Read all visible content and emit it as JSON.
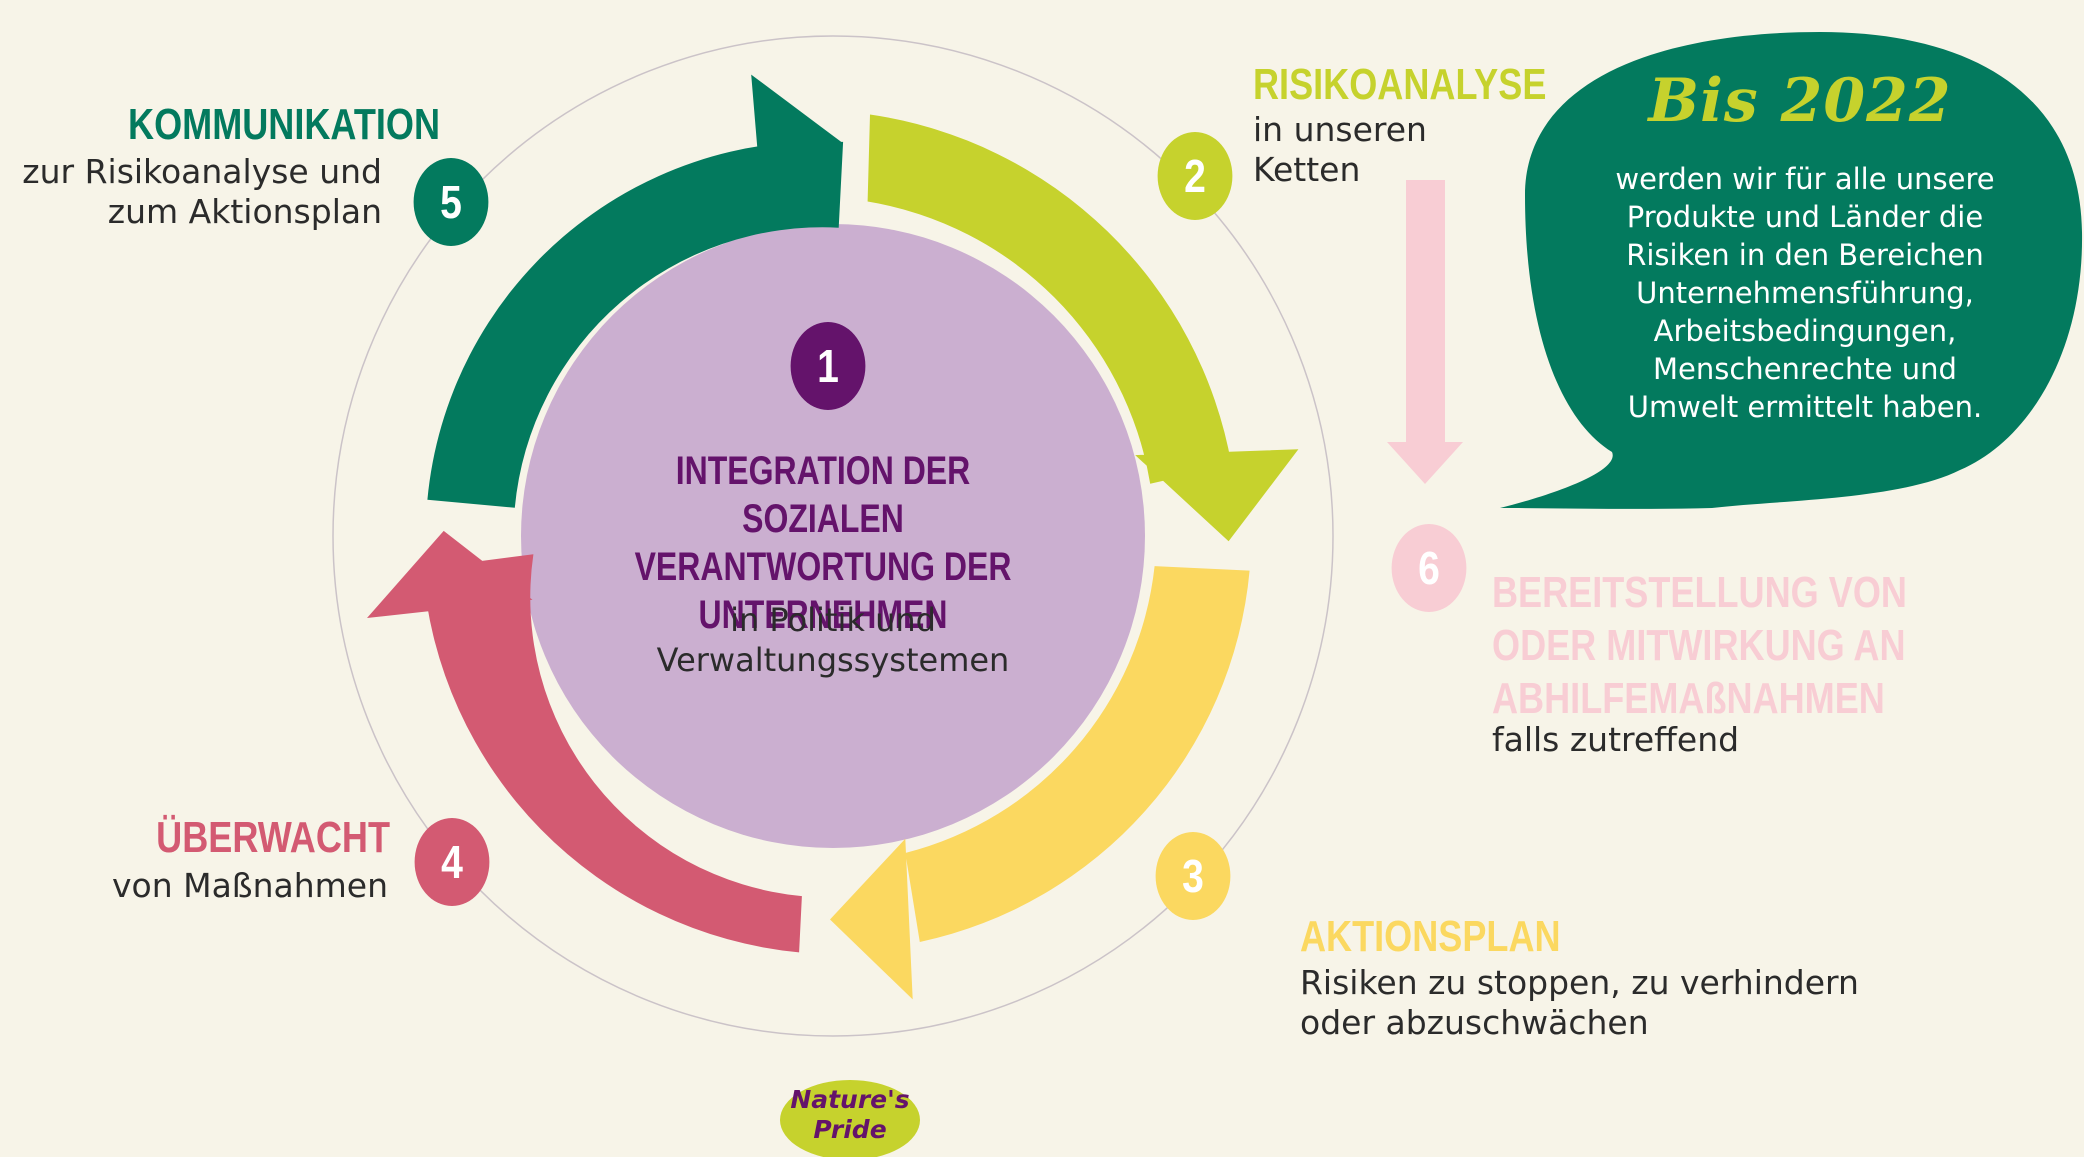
{
  "center": {
    "number": "1",
    "title_lines": [
      "INTEGRATION DER SOZIALEN",
      "VERANTWORTUNG DER",
      "UNTERNEHMEN"
    ],
    "sub_lines": [
      "in Politik und",
      "Verwaltungssystemen"
    ]
  },
  "steps": {
    "s2": {
      "number": "2",
      "title": "RISIKOANALYSE",
      "sub_lines": [
        "in unseren",
        "Ketten"
      ]
    },
    "s3": {
      "number": "3",
      "title": "AKTIONSPLAN",
      "sub_lines": [
        "Risiken zu stoppen, zu verhindern",
        "oder abzuschwächen"
      ]
    },
    "s4": {
      "number": "4",
      "title": "ÜBERWACHT",
      "sub_lines": [
        "von Maßnahmen"
      ]
    },
    "s5": {
      "number": "5",
      "title": "KOMMUNIKATION",
      "sub_lines": [
        "zur Risikoanalyse und",
        "zum Aktionsplan"
      ]
    },
    "s6": {
      "number": "6",
      "title_lines": [
        "BEREITSTELLUNG VON",
        "ODER MITWIRKUNG AN",
        "ABHILFEMAßNAHMEN"
      ],
      "sub": "falls zutreffend"
    }
  },
  "bubble": {
    "heading": "Bis 2022",
    "lines": [
      "werden wir für alle unsere",
      "Produkte und Länder die",
      "Risiken in den Bereichen",
      "Unternehmensführung,",
      "Arbeitsbedingungen,",
      "Menschenrechte und",
      "Umwelt ermittelt haben."
    ]
  },
  "logo": {
    "lines": [
      "Nature's",
      "Pride"
    ]
  },
  "colors": {
    "background": "#f7f4e8",
    "dark_green": "#037a5e",
    "lime": "#c6d22d",
    "yellow": "#fbd860",
    "pink_red": "#d35a72",
    "light_pink": "#f8cdd4",
    "lavender": "#cbafd0",
    "purple": "#64136b",
    "bubble_heading": "#c6d22d"
  }
}
